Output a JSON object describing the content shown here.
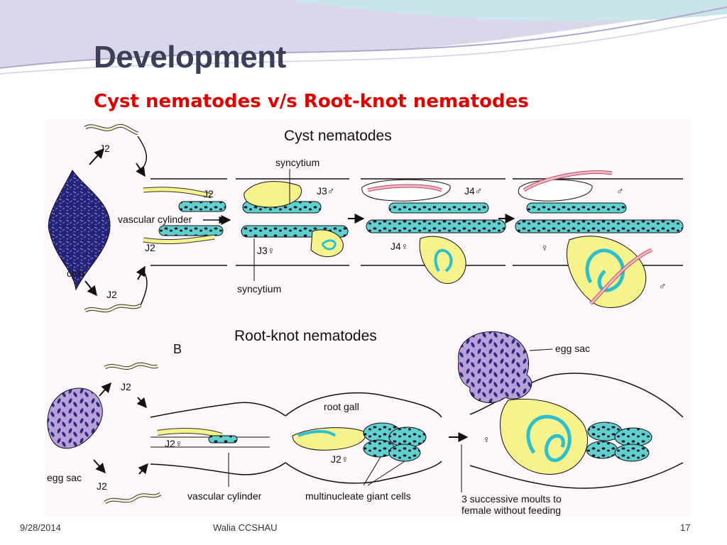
{
  "slide": {
    "title": "Development",
    "subtitle": "Cyst nematodes v/s Root-knot nematodes"
  },
  "figure": {
    "cyst_heading": "Cyst nematodes",
    "rootknot_heading": "Root-knot nematodes",
    "panel_b_label": "B",
    "labels": {
      "syncytium_top": "syncytium",
      "syncytium_bottom": "syncytium",
      "vascular_cylinder_cyst": "vascular cylinder",
      "cyst": "cyst",
      "j2_top": "J2",
      "j2_bottom": "J2",
      "j2_upper_root": "J2",
      "j2_lower_root": "J2",
      "j3_male": "J3♂",
      "j3_female": "J3♀",
      "j4_male": "J4♂",
      "j4_female": "J4♀",
      "male_adult": "♂",
      "female_adult": "♀",
      "male_outside": "♂",
      "egg_sac_left": "egg sac",
      "egg_sac_right": "egg sac",
      "rk_j2_top": "J2",
      "rk_j2_bottom": "J2",
      "rk_j2_female_root": "J2♀",
      "rk_j2_female_gall": "J2♀",
      "root_gall": "root gall",
      "rk_female": "♀",
      "vascular_cylinder_rk": "vascular cylinder",
      "giant_cells": "multinucleate giant cells",
      "moults_line1": "3 successive moults to",
      "moults_line2": "female without feeding"
    },
    "colors": {
      "cell": "#5fd0cc",
      "body": "#f6f28c",
      "cyst": "#2b2a86",
      "egg_sac": "#b9a0d8",
      "male": "#f1b9c2",
      "coil": "#2bbfd0"
    }
  },
  "footer": {
    "date": "9/28/2014",
    "author": "Walia CCSHAU",
    "page": "17"
  }
}
